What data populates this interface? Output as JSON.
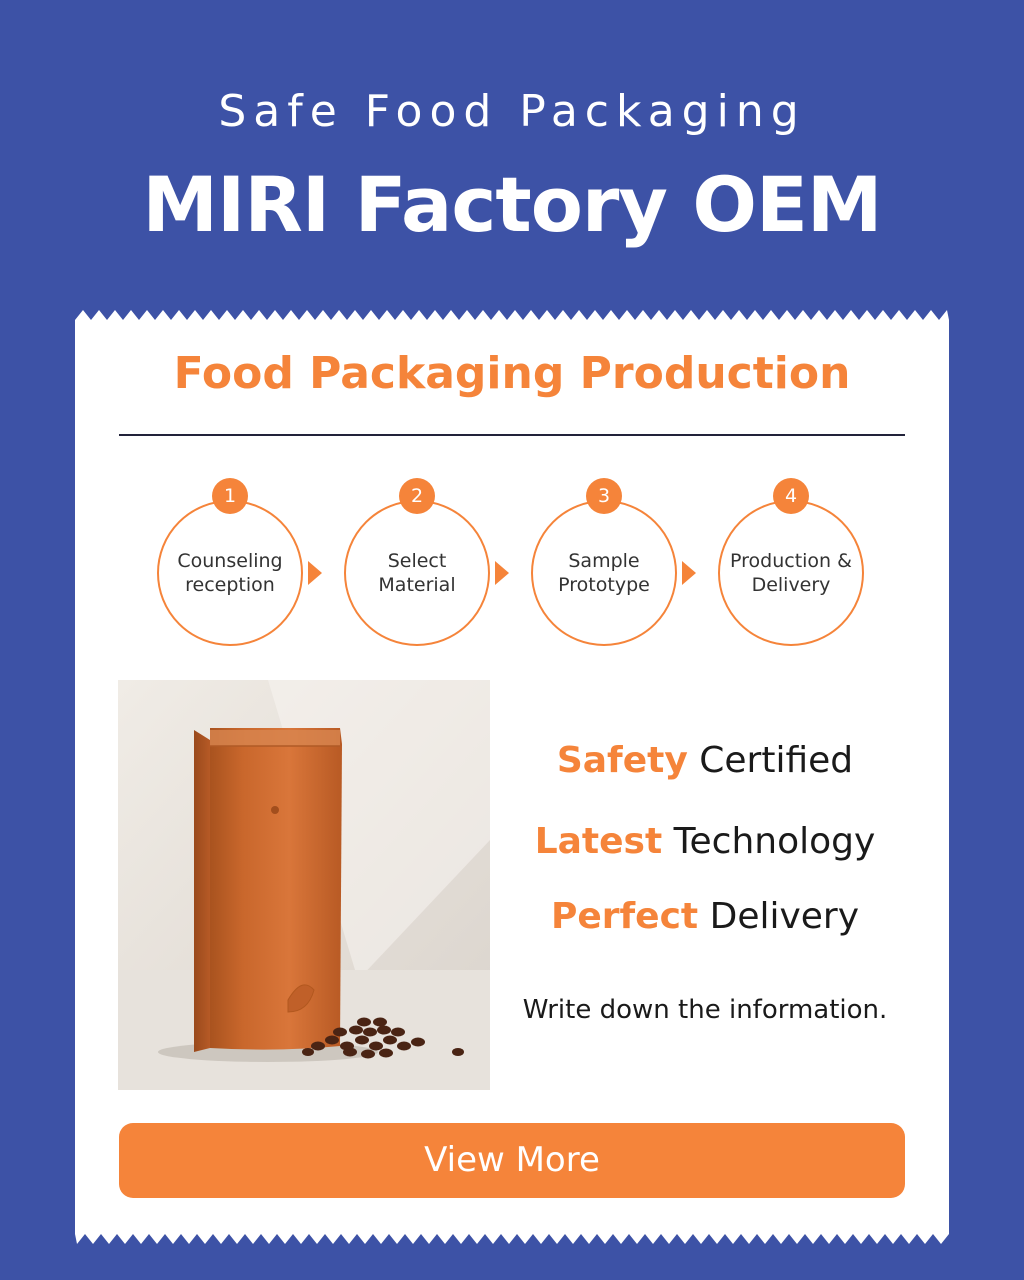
{
  "hero": {
    "subtitle": "Safe Food Packaging",
    "title": "MIRI Factory OEM"
  },
  "card": {
    "title": "Food Packaging Production",
    "steps": [
      {
        "number": "1",
        "label": "Counseling\nreception"
      },
      {
        "number": "2",
        "label": "Select\nMaterial"
      },
      {
        "number": "3",
        "label": "Sample\nPrototype"
      },
      {
        "number": "4",
        "label": "Production &\nDelivery"
      }
    ],
    "features": [
      {
        "highlight": "Safety",
        "text": "Certified"
      },
      {
        "highlight": "Latest",
        "text": "Technology"
      },
      {
        "highlight": "Perfect",
        "text": "Delivery"
      }
    ],
    "note": "Write down the information.",
    "cta_label": "View More"
  },
  "colors": {
    "background": "#3d52a6",
    "accent": "#f5843a",
    "card": "#ffffff"
  },
  "icons": [
    "arrow-right-icon"
  ]
}
